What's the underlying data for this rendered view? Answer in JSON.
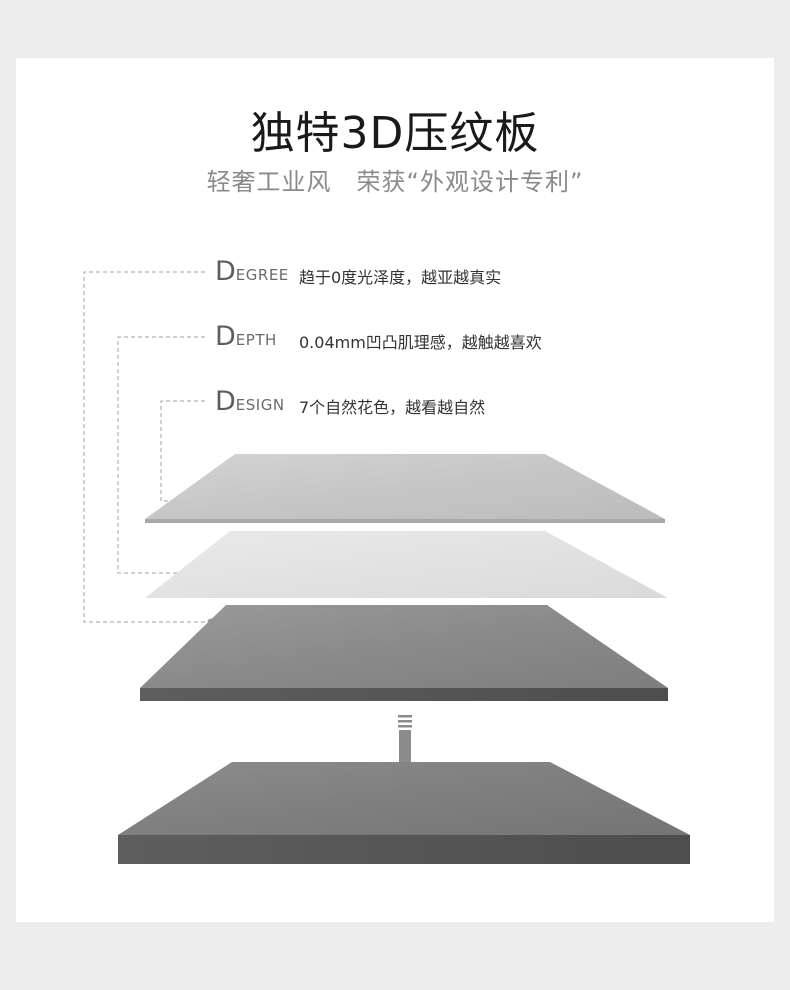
{
  "header": {
    "title": "独特3D压纹板",
    "subtitle": "轻奢工业风　荣获“外观设计专利”"
  },
  "features": [
    {
      "initial": "D",
      "rest": "EGREE",
      "desc": "趋于0度光泽度，越亚越真实"
    },
    {
      "initial": "D",
      "rest": "EPTH",
      "desc": "0.04mm凹凸肌理感，越触越喜欢"
    },
    {
      "initial": "D",
      "rest": "ESIGN",
      "desc": "7个自然花色，越看越自然"
    }
  ],
  "icons": {
    "arrow": "down-arrow-icon"
  },
  "colors": {
    "background": "#ededed",
    "card": "#ffffff",
    "layer_top": "#c9c9c9",
    "layer_middle": "#e2e2e2",
    "layer_bottom": "#8a8a8a",
    "panel": "#7f7f7f",
    "arrow": "#8c8c8c",
    "leader": "#a0a0a0"
  }
}
